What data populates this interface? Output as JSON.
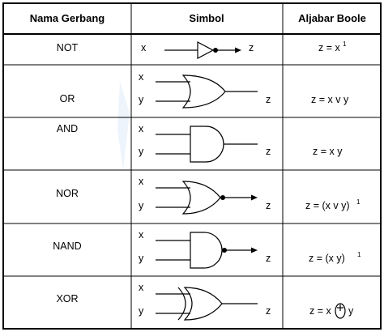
{
  "table": {
    "headers": {
      "gate": "Nama Gerbang",
      "symbol": "Simbol",
      "algebra": "Aljabar Boole"
    },
    "rows": [
      {
        "gate": "NOT",
        "in1": "x",
        "in2": "",
        "out": "z",
        "expr": "z = x",
        "sup": "1"
      },
      {
        "gate": "OR",
        "in1": "x",
        "in2": "y",
        "out": "z",
        "expr": "z = x v y",
        "sup": ""
      },
      {
        "gate": "AND",
        "in1": "x",
        "in2": "y",
        "out": "z",
        "expr": "z =  x  y",
        "sup": ""
      },
      {
        "gate": "NOR",
        "in1": "x",
        "in2": "y",
        "out": "z",
        "expr": "z = (x v y)",
        "sup": "1"
      },
      {
        "gate": "NAND",
        "in1": "x",
        "in2": "y",
        "out": "z",
        "expr": "z = (x  y)",
        "sup": "1"
      },
      {
        "gate": "XOR",
        "in1": "x",
        "in2": "y",
        "out": "z",
        "expr": "z = x",
        "expr_tail": "y",
        "sup": ""
      }
    ]
  }
}
